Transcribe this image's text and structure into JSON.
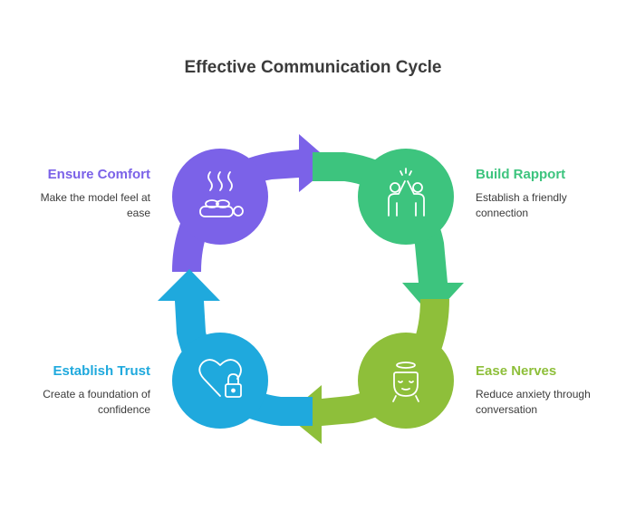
{
  "title": "Effective Communication Cycle",
  "colors": {
    "comfort": "#7b62e8",
    "rapport": "#3dc47e",
    "nerves": "#8ebf3a",
    "trust": "#1fa9dd"
  },
  "stages": [
    {
      "title": "Ensure Comfort",
      "description": "Make the model feel at ease",
      "icon": "massage-relax-icon"
    },
    {
      "title": "Build Rapport",
      "description": "Establish a friendly connection",
      "icon": "high-five-icon"
    },
    {
      "title": "Ease Nerves",
      "description": "Reduce anxiety through conversation",
      "icon": "calm-face-icon"
    },
    {
      "title": "Establish Trust",
      "description": "Create a foundation of confidence",
      "icon": "heart-lock-icon"
    }
  ]
}
